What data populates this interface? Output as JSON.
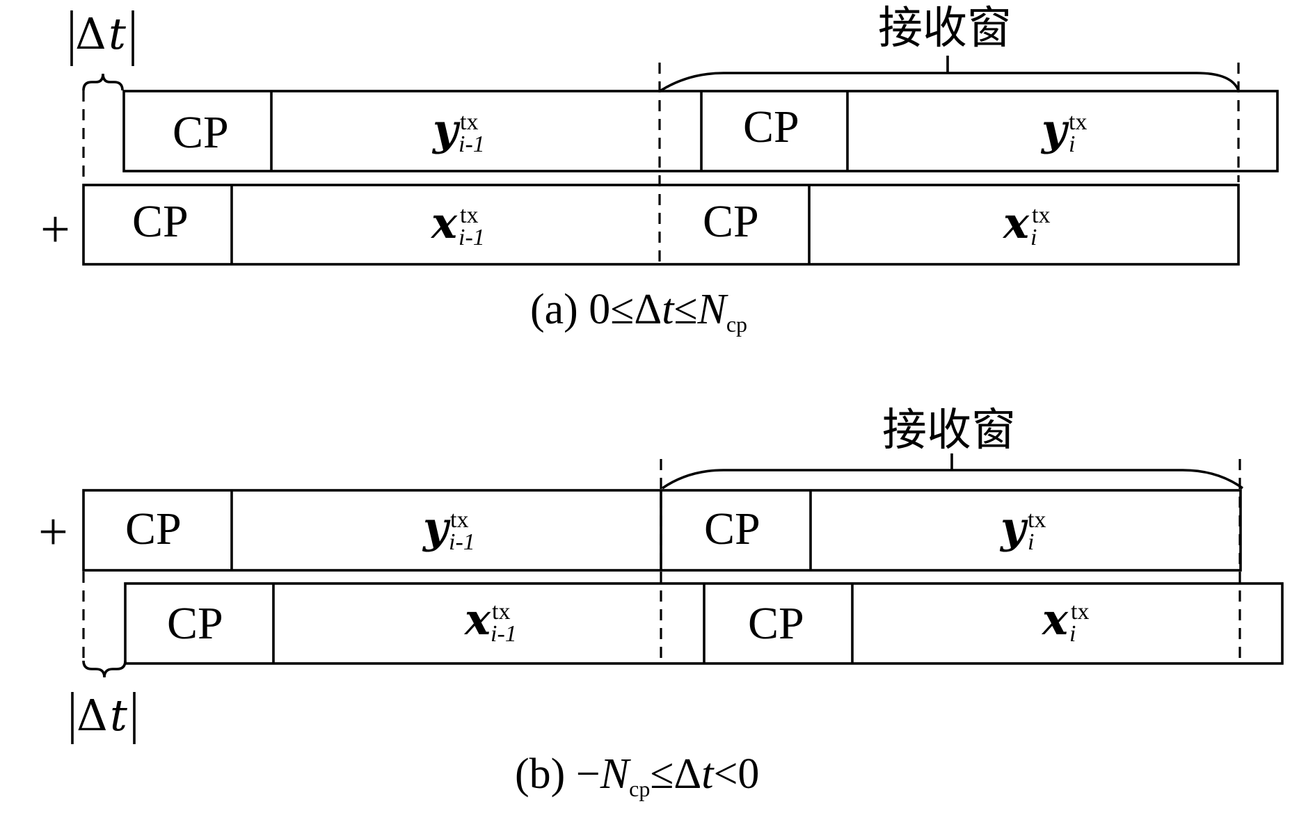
{
  "window_label": "接收窗",
  "delta_t": {
    "delta": "Δ",
    "t": "t"
  },
  "blocks": {
    "cp": "CP",
    "y_sym": "y",
    "x_sym": "x",
    "sup": "tx",
    "sub_prev": "i-1",
    "sub_cur": "i"
  },
  "plus": "+",
  "caption_a": {
    "label": "(a) 0≤Δ",
    "t": "t",
    "le": "≤",
    "N": "N",
    "sub": "cp"
  },
  "caption_b": {
    "label": "(b) −",
    "N": "N",
    "sub": "cp",
    "mid": "≤Δ",
    "t": "t",
    "end": "<0"
  }
}
